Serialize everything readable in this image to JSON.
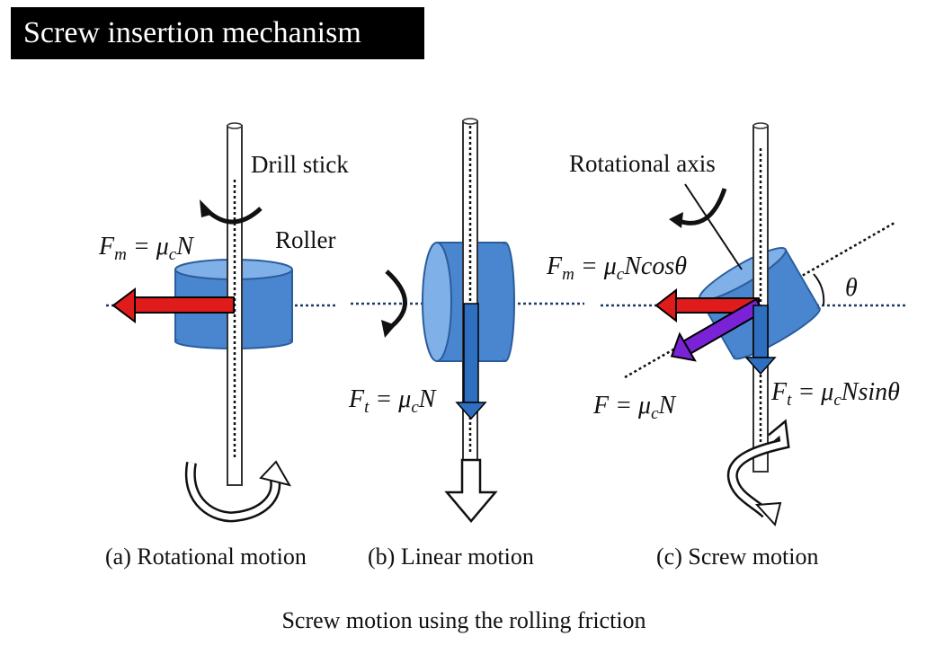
{
  "title": "Screw insertion mechanism",
  "labels": {
    "drill_stick": "Drill stick",
    "roller": "Roller",
    "rotational_axis": "Rotational axis",
    "theta": "θ"
  },
  "equations": {
    "a_fm_lhs": "F",
    "a_fm_sub": "m",
    "a_fm_eq": " = μ",
    "a_fm_sub2": "c",
    "a_fm_tail": "N",
    "b_ft_lhs": "F",
    "b_ft_sub": "t",
    "b_ft_eq": " = μ",
    "b_ft_sub2": "c",
    "b_ft_tail": "N",
    "c_fm_lhs": "F",
    "c_fm_sub": "m",
    "c_fm_eq": " = μ",
    "c_fm_sub2": "c",
    "c_fm_tail": "Ncosθ",
    "c_f_lhs": "F = μ",
    "c_f_sub": "c",
    "c_f_tail": "N",
    "c_ft_lhs": "F",
    "c_ft_sub": "t",
    "c_ft_eq": " = μ",
    "c_ft_sub2": "c",
    "c_ft_tail": "Nsinθ"
  },
  "captions": {
    "a": "(a) Rotational motion",
    "b": "(b) Linear motion",
    "c": "(c) Screw motion",
    "footer": "Screw motion using the rolling friction"
  },
  "colors": {
    "roller_fill": "#4a86cf",
    "roller_top": "#7fb0e8",
    "roller_edge": "#2a5d9c",
    "red_arrow": "#e01b1b",
    "blue_arrow": "#2f6fc0",
    "purple_arrow": "#7a22d6",
    "dotted_line": "#1f3a66"
  }
}
